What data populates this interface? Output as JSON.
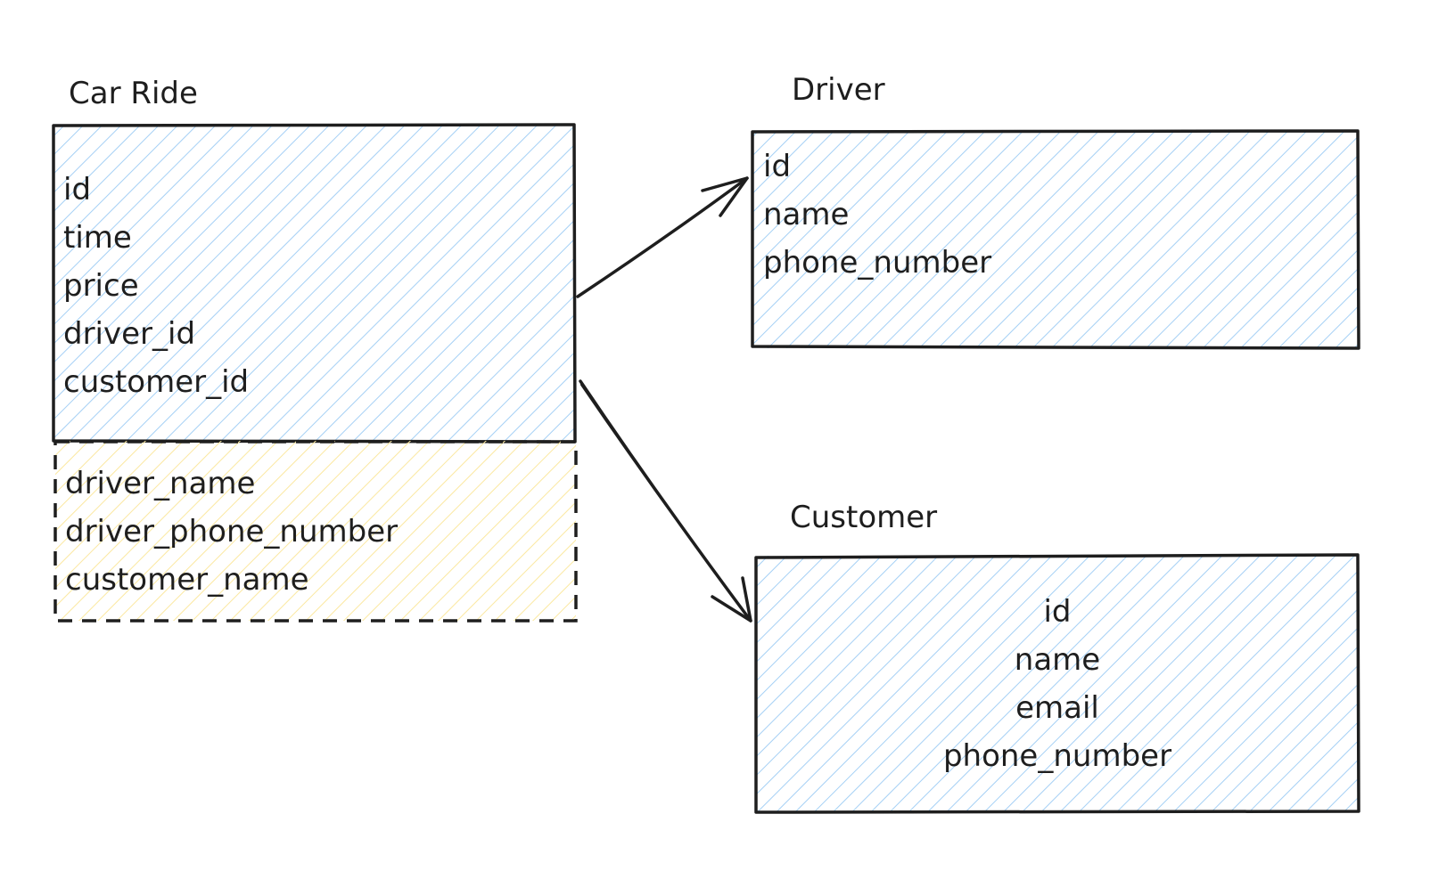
{
  "diagram": {
    "car_ride": {
      "title": "Car Ride",
      "fields": [
        "id",
        "time",
        "price",
        "driver_id",
        "customer_id"
      ],
      "redundant_fields": [
        "driver_name",
        "driver_phone_number",
        "customer_name"
      ]
    },
    "driver": {
      "title": "Driver",
      "fields": [
        "id",
        "name",
        "phone_number"
      ]
    },
    "customer": {
      "title": "Customer",
      "fields": [
        "id",
        "name",
        "email",
        "phone_number"
      ]
    }
  },
  "colors": {
    "stroke": "#1e1e1e",
    "blue_hatch": "#a5d0f5",
    "yellow_hatch": "#fbe8a0"
  }
}
